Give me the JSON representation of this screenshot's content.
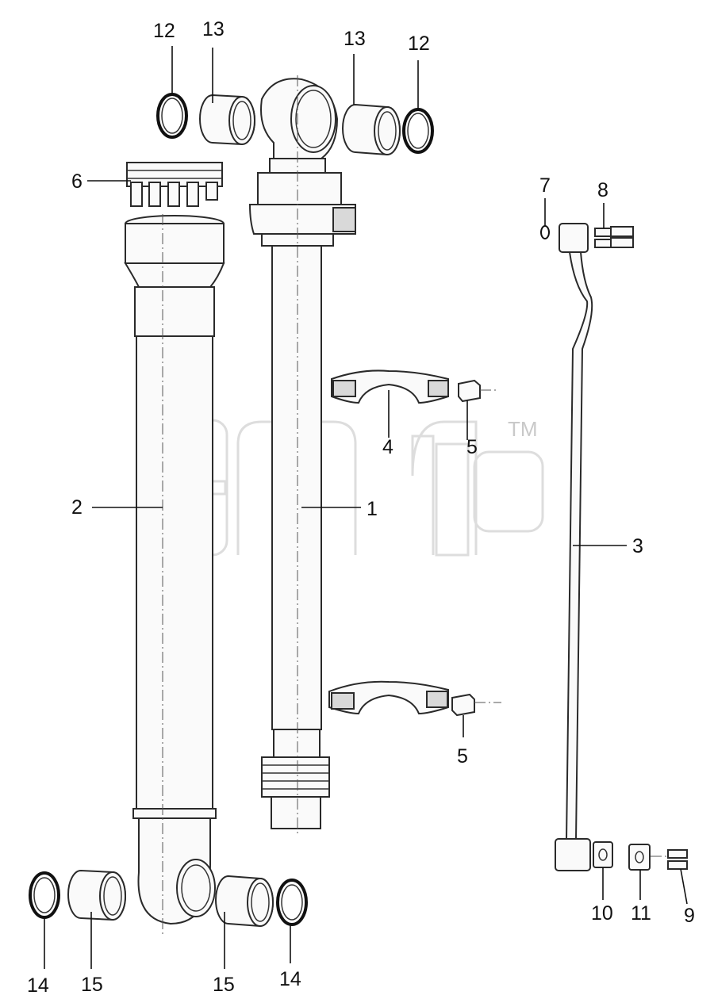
{
  "watermark": {
    "mark": "TM"
  },
  "labels": {
    "l1": "1",
    "l2": "2",
    "l3": "3",
    "l4": "4",
    "l5a": "5",
    "l5b": "5",
    "l6": "6",
    "l7": "7",
    "l8": "8",
    "l9": "9",
    "l10": "10",
    "l11": "11",
    "l12a": "12",
    "l12b": "12",
    "l13a": "13",
    "l13b": "13",
    "l14a": "14",
    "l14b": "14",
    "l15a": "15",
    "l15b": "15"
  }
}
